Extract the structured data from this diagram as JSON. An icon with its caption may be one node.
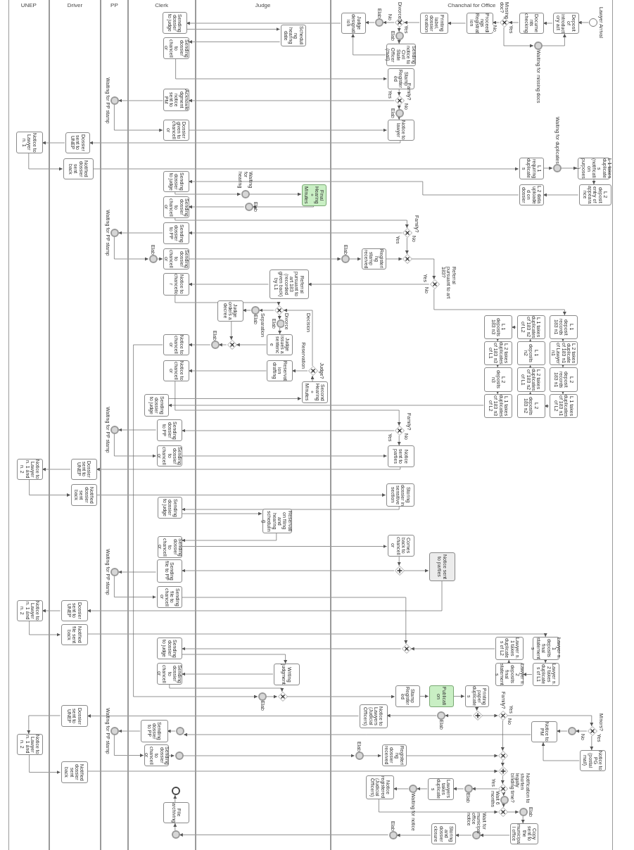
{
  "diagram": {
    "nodes": [
      {
        "text": [
          "UNEP"
        ]
      },
      {
        "text": [
          "Driver"
        ]
      },
      {
        "text": [
          "PP"
        ]
      },
      {
        "text": [
          "Clerk"
        ]
      },
      {
        "text": [
          "Judge"
        ]
      },
      {
        "text": [
          "Chanchal for Office"
        ]
      },
      {
        "text": [
          "Lawyer Arrival"
        ],
        "in": 5
      },
      {
        "text": [
          "Deposit of introductory act"
        ],
        "in": 5
      },
      {
        "text": [
          "Documents checking"
        ],
        "in": 5
      },
      {
        "text": [
          "Missing doc?"
        ],
        "in": 5
      },
      {
        "text": [
          "Waiting for missing docs"
        ],
        "in": 5
      },
      {
        "text": [
          "Proceedings Registration"
        ],
        "in": 5
      },
      {
        "text": [
          "Printing label, dossier creation"
        ],
        "in": 5
      },
      {
        "text": [
          "Divorce?"
        ],
        "in": 5
      },
      {
        "text": [
          "Elab"
        ],
        "in": 5
      },
      {
        "text": [
          "Sending notice to Civil State Officer (mail)"
        ],
        "in": 5
      },
      {
        "text": [
          "Elab"
        ],
        "in": 5
      },
      {
        "text": [
          "Judge designation"
        ],
        "in": 5
      },
      {
        "text": [
          "Sending dossier to judge"
        ],
        "in": 3
      },
      {
        "text": [
          "Scheduling hearing date"
        ],
        "in": 4
      },
      {
        "text": [
          "Sending dossier to chancellor"
        ],
        "in": 3
      },
      {
        "text": [
          "Stamp Registered"
        ],
        "in": 5
      },
      {
        "text": [
          "Family?"
        ],
        "in": 5
      },
      {
        "text": [
          "Elab"
        ],
        "in": 5
      },
      {
        "text": [
          "Acknowledgment notice sent to PM"
        ],
        "in": 3
      },
      {
        "text": [
          "Waiting for PP stamp"
        ],
        "in": 2
      },
      {
        "text": [
          "Dossier given to chancellor"
        ],
        "in": 3
      },
      {
        "text": [
          "Notice to lawyer"
        ],
        "in": 5
      },
      {
        "text": [
          "Dossier sent to UNEP"
        ],
        "in": 1
      },
      {
        "text": [
          "Notice to Lawyer n. 1"
        ],
        "in": 0
      },
      {
        "text": [
          "Notified dossier sent back"
        ],
        "in": 1
      },
      {
        "text": [
          "L 1 requiring duplicates"
        ],
        "in": 5
      },
      {
        "text": [
          "Waiting for duplicates"
        ],
        "in": 5
      },
      {
        "text": [
          "L 1 takes duplicates (notification purposes)"
        ],
        "in": 5
      },
      {
        "text": [
          "L 2 deposit entry of appearance"
        ],
        "in": 5
      },
      {
        "text": [
          "L 2 data uploaded on dossier"
        ],
        "in": 5
      },
      {
        "text": [
          "Sending dossier to judge"
        ],
        "in": 3
      },
      {
        "text": [
          "Waiting for hearing"
        ],
        "in": 4
      },
      {
        "text": [
          "Final Hearing + Minutes"
        ],
        "in": 4
      },
      {
        "text": [
          "Elab"
        ],
        "in": 4
      },
      {
        "text": [
          "Sending dossier to chancellor"
        ],
        "in": 3
      },
      {
        "text": [
          "Family?"
        ],
        "in": 5
      },
      {
        "text": [
          "Sending dossier to PP"
        ],
        "in": 3
      },
      {
        "text": [
          "Waiting for PP stamp"
        ],
        "in": 2
      },
      {
        "text": [
          "Elab"
        ],
        "in": 3
      },
      {
        "text": [
          "Sending dossier to chancellor"
        ],
        "in": 3
      },
      {
        "text": [
          "Elab"
        ],
        "in": 5
      },
      {
        "text": [
          "Registering stamp received"
        ],
        "in": 5
      },
      {
        "text": [],
        "shape": "diamond",
        "in": 5
      },
      {
        "text": [
          "Referral pursuant to art 183?"
        ],
        "in": 5
      },
      {
        "text": [
          "Referral pursuant to art 183 (recorded given back) by L1"
        ],
        "in": 4
      },
      {
        "text": [
          "Notice to chancellor"
        ],
        "in": 3
      },
      {
        "text": [],
        "shape": "diamond",
        "in": 4
      },
      {
        "text": [
          "Elab"
        ],
        "in": 4
      },
      {
        "text": [
          "Judge orders a decree"
        ],
        "in": 4
      },
      {
        "text": [
          "Elab"
        ],
        "in": 4
      },
      {
        "text": [
          "Judge issues a sentence"
        ],
        "in": 4
      },
      {
        "text": [],
        "shape": "diamond",
        "in": 4
      },
      {
        "text": [
          "Elab"
        ],
        "in": 4
      },
      {
        "text": [
          "Notice to chancellor"
        ],
        "in": 3
      },
      {
        "text": [
          "L 1 deposit records 183 n1"
        ],
        "in": 5
      },
      {
        "text": [
          "L 1 takes duplicates of 183 n2 of L2"
        ],
        "in": 5
      },
      {
        "text": [
          "L 1 deposits 183 n3"
        ],
        "in": 5
      },
      {
        "text": [
          "L 2 takes duplicate of 183 n1 of Lawyer n1"
        ],
        "in": 5
      },
      {
        "text": [
          "L 1 deposits n2"
        ],
        "in": 5
      },
      {
        "text": [
          "L 2 takes duplicates of 183 n3 of L1"
        ],
        "in": 5
      },
      {
        "text": [
          "L 2 deposit records 183 n1"
        ],
        "in": 5
      },
      {
        "text": [
          "L 2 takes duplicates of 183 n2 of L1"
        ],
        "in": 5
      },
      {
        "text": [
          "L 2 deposits n3"
        ],
        "in": 5
      },
      {
        "text": [
          "L 1 takes duplicates of 183 n1 of L2"
        ],
        "in": 5
      },
      {
        "text": [
          "L 2 deposits 183 n2"
        ],
        "in": 5
      },
      {
        "text": [
          "L 1 takes duplicates of 183 n3 of L2"
        ],
        "in": 5
      },
      {
        "text": [
          "Reservation drafting"
        ],
        "in": 4
      },
      {
        "text": [
          "Judge?"
        ],
        "in": 4
      },
      {
        "text": [
          "Notice to chancellor"
        ],
        "in": 3
      },
      {
        "text": [
          "Second Hearing + Minutes"
        ],
        "in": 4
      },
      {
        "text": [
          "Sending dossier to judge"
        ],
        "in": 3
      },
      {
        "text": [
          "Sending dossier to PP"
        ],
        "in": 3
      },
      {
        "text": [
          "Waiting for PP stamp"
        ],
        "in": 2
      },
      {
        "text": [
          "Family?"
        ],
        "in": 5
      },
      {
        "text": [
          "Sending dossier to chancellor"
        ],
        "in": 3
      },
      {
        "text": [
          "Notice sent to parties"
        ],
        "in": 5
      },
      {
        "text": [
          "Dossier sent to UNEP"
        ],
        "in": 1
      },
      {
        "text": [
          "Notice to Lawyer n. 1 and n. 2"
        ],
        "in": 0
      },
      {
        "text": [
          "Notified dossier sent back"
        ],
        "in": 1
      },
      {
        "text": [
          "Storing dossier in sensitive section"
        ],
        "in": 5
      },
      {
        "text": [
          "Sending dossier to judge"
        ],
        "in": 3
      },
      {
        "text": [
          "Reservation filing and hearing scheduling"
        ],
        "in": 4
      },
      {
        "text": [
          "Sending dossier to chancellor"
        ],
        "in": 3
      },
      {
        "text": [
          "Comes back to chancellor"
        ],
        "in": 5
      },
      {
        "text": [],
        "shape": "diamond",
        "in": 5
      },
      {
        "text": [
          "Notice sent to parties"
        ],
        "in": 5
      },
      {
        "text": [
          "Sending file to PP"
        ],
        "in": 3
      },
      {
        "text": [
          "Waiting for PP stamp"
        ],
        "in": 2
      },
      {
        "text": [
          "Sending file to chancellor"
        ],
        "in": 3
      },
      {
        "text": [
          "Dossier sent to UNEP"
        ],
        "in": 1
      },
      {
        "text": [
          "Notice to Lawyer n. 1 and n. 2"
        ],
        "in": 0
      },
      {
        "text": [
          "Notified file sent back"
        ],
        "in": 1
      },
      {
        "text": [
          "Lawyer n. 1 deposits final statements"
        ],
        "in": 5
      },
      {
        "text": [
          "Lawyer n. 1 takes duplicates of L2"
        ],
        "in": 5
      },
      {
        "text": [],
        "shape": "diamond",
        "in": 5
      },
      {
        "text": [
          "Sending dossier to judge"
        ],
        "in": 3
      },
      {
        "text": [
          "Lawyer n. 2 takes duplicates of L1"
        ],
        "in": 5
      },
      {
        "text": [
          "Lawyer n. 2 deposits final statements"
        ],
        "in": 5
      },
      {
        "text": [
          "Writing judgment"
        ],
        "in": 4
      },
      {
        "text": [
          "Sending dossier to chancellor"
        ],
        "in": 3
      },
      {
        "text": [],
        "shape": "diamond",
        "in": 4
      },
      {
        "text": [
          "Elab"
        ],
        "in": 4
      },
      {
        "text": [
          "Stamp Registered"
        ],
        "in": 5
      },
      {
        "text": [
          "Publication"
        ],
        "in": 5
      },
      {
        "text": [
          "Printing paper duplicates"
        ],
        "in": 5
      },
      {
        "text": [],
        "shape": "diamond",
        "in": 5
      },
      {
        "text": [
          "Family?"
        ],
        "in": 5
      },
      {
        "text": [
          "Elab"
        ],
        "in": 5
      },
      {
        "text": [
          "Notice to Lawyers (Judicial Officers)"
        ],
        "in": 5
      },
      {
        "text": [
          "Minors?"
        ],
        "in": 5
      },
      {
        "text": [],
        "shape": "circle",
        "in": 5
      },
      {
        "text": [
          "Notice to PM"
        ],
        "in": 5
      },
      {
        "text": [
          "Notice to PG (postal mail)"
        ],
        "in": 5
      },
      {
        "text": [
          "Dossier sent to UNEP"
        ],
        "in": 1
      },
      {
        "text": [],
        "shape": "circle",
        "in": 3
      },
      {
        "text": [
          "Sending dossier to PP"
        ],
        "in": 3
      },
      {
        "text": [
          "Waiting for PP stamp"
        ],
        "in": 2
      },
      {
        "text": [
          "Notice to Lawyer n. 1 and n. 2"
        ],
        "in": 0
      },
      {
        "text": [],
        "shape": "circle",
        "in": 3
      },
      {
        "text": [
          "Sending dossier to chancellor"
        ],
        "in": 3
      },
      {
        "text": [
          "Notified dossier sent back"
        ],
        "in": 1
      },
      {
        "text": [
          "Elab"
        ],
        "in": 5
      },
      {
        "text": [
          "Registering dossier received"
        ],
        "in": 5
      },
      {
        "text": [],
        "shape": "diamond",
        "in": 5
      },
      {
        "text": [],
        "shape": "diamond",
        "in": 5
      },
      {
        "text": [
          "Notification to shorten legally binding time?"
        ],
        "in": 5
      },
      {
        "text": [
          "Elab"
        ],
        "in": 5
      },
      {
        "text": [
          "Lawyers takes duplicates"
        ],
        "in": 5
      },
      {
        "text": [
          "Waiting for notice"
        ],
        "in": 5
      },
      {
        "text": [
          "Notice registered (Judicial Officers)"
        ],
        "in": 5
      },
      {
        "text": [
          "Wait 6 months"
        ],
        "in": 5
      },
      {
        "text": [],
        "shape": "diamond",
        "in": 5
      },
      {
        "text": [
          "Elab"
        ],
        "in": 5
      },
      {
        "text": [
          "Copy sent to the municipal office"
        ],
        "in": 5
      },
      {
        "text": [
          "Wait for municipal office notice"
        ],
        "in": 5
      },
      {
        "text": [
          "Storing and dossier closure"
        ],
        "in": 5
      },
      {
        "text": [
          "Elab"
        ],
        "in": 5
      },
      {
        "text": [],
        "shape": "circle",
        "in": 3
      },
      {
        "text": [
          "File archiving"
        ],
        "in": 3
      },
      {
        "text": [],
        "shape": "circle",
        "in": 3
      }
    ],
    "edges": [
      {
        "from": 6,
        "to": 7,
        "arrow": "to"
      },
      {
        "from": 7,
        "to": 8,
        "arrow": "to"
      },
      {
        "from": 8,
        "to": 9,
        "arrow": "to"
      },
      {
        "from": 9,
        "to": 11,
        "arrow": "to",
        "label": "No"
      },
      {
        "from": 9,
        "to": 10,
        "arrow": "to",
        "label": "Yes"
      },
      {
        "from": 10,
        "to": 7,
        "arrow": "to"
      },
      {
        "from": 11,
        "to": 12,
        "arrow": "to"
      },
      {
        "from": 12,
        "to": 13,
        "arrow": "to"
      },
      {
        "from": 13,
        "to": 14,
        "arrow": "to",
        "label": "Yes"
      },
      {
        "from": 14,
        "to": 15,
        "arrow": "to"
      },
      {
        "from": 13,
        "to": 16,
        "arrow": "to",
        "label": "No"
      },
      {
        "from": 16,
        "to": 17,
        "arrow": "to"
      },
      {
        "from": 15,
        "to": 17,
        "arrow": "to"
      },
      {
        "from": 17,
        "to": 18,
        "arrow": "to"
      },
      {
        "from": 18,
        "to": 19,
        "arrow": "to"
      },
      {
        "from": 19,
        "to": 20,
        "arrow": "to"
      },
      {
        "from": 20,
        "to": 21,
        "arrow": "to"
      },
      {
        "from": 21,
        "to": 22,
        "arrow": "to"
      },
      {
        "from": 22,
        "to": 23,
        "arrow": "to",
        "label": "No"
      },
      {
        "from": 23,
        "to": 27,
        "arrow": "to"
      },
      {
        "from": 22,
        "to": 24,
        "arrow": "to",
        "label": "Yes"
      },
      {
        "from": 24,
        "to": 25,
        "arrow": "to"
      },
      {
        "from": 25,
        "to": 26,
        "arrow": "to"
      },
      {
        "from": 26,
        "to": 27,
        "arrow": "to"
      },
      {
        "from": 27,
        "to": 28,
        "arrow": "to"
      },
      {
        "from": 28,
        "to": 29,
        "arrow": "to"
      },
      {
        "from": 29,
        "to": 30,
        "arrow": "to"
      },
      {
        "from": 30,
        "to": 31,
        "arrow": "to"
      },
      {
        "from": 31,
        "to": 32,
        "arrow": "to"
      },
      {
        "from": 32,
        "to": 33,
        "arrow": "to"
      },
      {
        "from": 33,
        "to": 34,
        "arrow": "to"
      },
      {
        "from": 34,
        "to": 35,
        "arrow": "to"
      },
      {
        "from": 35,
        "to": 36,
        "arrow": "to"
      },
      {
        "from": 36,
        "to": 37,
        "arrow": "to"
      },
      {
        "from": 37,
        "to": 38,
        "arrow": "to"
      },
      {
        "from": 38,
        "to": 39,
        "arrow": "to"
      },
      {
        "from": 39,
        "to": 40,
        "arrow": "to"
      },
      {
        "from": 40,
        "to": 41,
        "arrow": "to"
      },
      {
        "from": 41,
        "to": 42,
        "arrow": "to",
        "label": "Yes"
      },
      {
        "from": 42,
        "to": 43,
        "arrow": "to"
      },
      {
        "from": 43,
        "to": 44,
        "arrow": "to"
      },
      {
        "from": 44,
        "to": 45,
        "arrow": "to"
      },
      {
        "from": 45,
        "to": 46,
        "arrow": "to"
      },
      {
        "from": 46,
        "to": 47,
        "arrow": "to"
      },
      {
        "from": 47,
        "to": 48,
        "arrow": "to"
      },
      {
        "from": 41,
        "to": 48,
        "arrow": "to",
        "label": "No"
      },
      {
        "from": 48,
        "to": 49,
        "arrow": "to"
      },
      {
        "from": 49,
        "to": 50,
        "arrow": "to",
        "label": "Yes"
      },
      {
        "from": 49,
        "to": 60,
        "arrow": "to",
        "label": "No"
      },
      {
        "from": 50,
        "to": 51,
        "arrow": "to"
      },
      {
        "from": 51,
        "to": 52,
        "arrow": "to"
      },
      {
        "from": 52,
        "to": 53,
        "arrow": "to",
        "label": "Separation"
      },
      {
        "from": 53,
        "to": 54,
        "arrow": "to"
      },
      {
        "from": 52,
        "to": 55,
        "arrow": "to",
        "label": "Divorce"
      },
      {
        "from": 55,
        "to": 56,
        "arrow": "to"
      },
      {
        "from": 56,
        "to": 57,
        "arrow": "to"
      },
      {
        "from": 54,
        "to": 57,
        "arrow": "to"
      },
      {
        "from": 57,
        "to": 58,
        "arrow": "to"
      },
      {
        "from": 58,
        "to": 59,
        "arrow": "to"
      },
      {
        "from": 59,
        "to": 107,
        "arrow": "to"
      },
      {
        "from": 60,
        "to": 63,
        "arrow": "to"
      },
      {
        "from": 63,
        "to": 66,
        "arrow": "to"
      },
      {
        "from": 66,
        "to": 69,
        "arrow": "to"
      },
      {
        "from": 69,
        "to": 70,
        "arrow": "to"
      },
      {
        "from": 70,
        "to": 67,
        "arrow": "to"
      },
      {
        "from": 67,
        "to": 64,
        "arrow": "to"
      },
      {
        "from": 64,
        "to": 61,
        "arrow": "to"
      },
      {
        "from": 61,
        "to": 62,
        "arrow": "to"
      },
      {
        "from": 62,
        "to": 65,
        "arrow": "to"
      },
      {
        "from": 65,
        "to": 68,
        "arrow": "to"
      },
      {
        "from": 68,
        "to": 71,
        "arrow": "to"
      },
      {
        "from": 71,
        "to": 76,
        "arrow": "to"
      },
      {
        "from": 76,
        "to": 75,
        "arrow": "to"
      },
      {
        "from": 75,
        "to": 73,
        "arrow": "to"
      },
      {
        "from": 73,
        "to": 52,
        "arrow": "to",
        "label": "Decision"
      },
      {
        "from": 73,
        "to": 72,
        "arrow": "to",
        "label": "Reservation"
      },
      {
        "from": 72,
        "to": 74,
        "arrow": "to"
      },
      {
        "from": 74,
        "to": 79,
        "arrow": "to"
      },
      {
        "from": 79,
        "to": 77,
        "arrow": "to",
        "label": "Yes"
      },
      {
        "from": 77,
        "to": 78,
        "arrow": "to"
      },
      {
        "from": 78,
        "to": 80,
        "arrow": "to"
      },
      {
        "from": 80,
        "to": 81,
        "arrow": "to"
      },
      {
        "from": 79,
        "to": 81,
        "arrow": "to",
        "label": "No"
      },
      {
        "from": 81,
        "to": 82,
        "arrow": "to"
      },
      {
        "from": 82,
        "to": 83,
        "arrow": "to"
      },
      {
        "from": 83,
        "to": 84,
        "arrow": "to"
      },
      {
        "from": 84,
        "to": 85,
        "arrow": "to"
      },
      {
        "from": 85,
        "to": 86,
        "arrow": "to"
      },
      {
        "from": 86,
        "to": 87,
        "arrow": "to"
      },
      {
        "from": 87,
        "to": 88,
        "arrow": "to"
      },
      {
        "from": 88,
        "to": 89,
        "arrow": "to"
      },
      {
        "from": 89,
        "to": 90,
        "arrow": "to"
      },
      {
        "from": 90,
        "to": 91,
        "arrow": "to"
      },
      {
        "from": 90,
        "to": 92,
        "arrow": "to"
      },
      {
        "from": 92,
        "to": 93,
        "arrow": "to"
      },
      {
        "from": 93,
        "to": 94,
        "arrow": "to"
      },
      {
        "from": 91,
        "to": 95,
        "arrow": "to"
      },
      {
        "from": 94,
        "to": 100,
        "arrow": "to"
      },
      {
        "from": 95,
        "to": 96,
        "arrow": "to"
      },
      {
        "from": 96,
        "to": 97,
        "arrow": "to"
      },
      {
        "from": 97,
        "to": 98,
        "arrow": "to"
      },
      {
        "from": 98,
        "to": 102,
        "arrow": "to"
      },
      {
        "from": 102,
        "to": 103,
        "arrow": "to"
      },
      {
        "from": 103,
        "to": 99,
        "arrow": "to"
      },
      {
        "from": 99,
        "to": 100,
        "arrow": "to"
      },
      {
        "from": 100,
        "to": 101,
        "arrow": "to"
      },
      {
        "from": 101,
        "to": 104,
        "arrow": "to"
      },
      {
        "from": 104,
        "to": 105,
        "arrow": "to"
      },
      {
        "from": 105,
        "to": 106,
        "arrow": "to"
      },
      {
        "from": 107,
        "to": 106,
        "arrow": "to"
      },
      {
        "from": 106,
        "to": 108,
        "arrow": "to"
      },
      {
        "from": 108,
        "to": 109,
        "arrow": "to"
      },
      {
        "from": 109,
        "to": 110,
        "arrow": "to"
      },
      {
        "from": 110,
        "to": 111,
        "arrow": "to"
      },
      {
        "from": 111,
        "to": 112,
        "arrow": "to"
      },
      {
        "from": 111,
        "to": 113,
        "arrow": "to"
      },
      {
        "from": 113,
        "to": 114,
        "arrow": "to"
      },
      {
        "from": 114,
        "to": 119,
        "arrow": "to"
      },
      {
        "from": 112,
        "to": 115,
        "arrow": "to",
        "label": "Yes"
      },
      {
        "from": 112,
        "to": 129,
        "arrow": "to",
        "label": "No"
      },
      {
        "from": 115,
        "to": 116,
        "arrow": "to",
        "label": "No"
      },
      {
        "from": 116,
        "to": 117,
        "arrow": "to"
      },
      {
        "from": 115,
        "to": 118,
        "arrow": "to",
        "label": "Yes"
      },
      {
        "from": 118,
        "to": 117,
        "arrow": "to"
      },
      {
        "from": 117,
        "to": 120,
        "arrow": "to"
      },
      {
        "from": 120,
        "to": 121,
        "arrow": "to"
      },
      {
        "from": 121,
        "to": 122,
        "arrow": "to"
      },
      {
        "from": 122,
        "to": 125,
        "arrow": "to"
      },
      {
        "from": 125,
        "to": 124,
        "arrow": "to"
      },
      {
        "from": 124,
        "to": 127,
        "arrow": "to"
      },
      {
        "from": 127,
        "to": 128,
        "arrow": "to"
      },
      {
        "from": 128,
        "to": 129,
        "arrow": "to"
      },
      {
        "from": 119,
        "to": 123,
        "arrow": "to"
      },
      {
        "from": 123,
        "to": 126,
        "arrow": "to"
      },
      {
        "from": 126,
        "to": 130,
        "arrow": "to"
      },
      {
        "from": 129,
        "to": 130,
        "arrow": "to"
      },
      {
        "from": 130,
        "to": 131,
        "arrow": "to"
      },
      {
        "from": 131,
        "to": 132,
        "arrow": "to",
        "label": "Yes"
      },
      {
        "from": 132,
        "to": 133,
        "arrow": "to"
      },
      {
        "from": 133,
        "to": 134,
        "arrow": "to"
      },
      {
        "from": 134,
        "to": 135,
        "arrow": "to"
      },
      {
        "from": 131,
        "to": 136,
        "arrow": "to"
      },
      {
        "from": 136,
        "to": 137,
        "arrow": "to"
      },
      {
        "from": 135,
        "to": 137,
        "arrow": "to"
      },
      {
        "from": 137,
        "to": 138,
        "arrow": "to"
      },
      {
        "from": 138,
        "to": 139,
        "arrow": "to"
      },
      {
        "from": 139,
        "to": 140,
        "arrow": "to"
      },
      {
        "from": 140,
        "to": 141,
        "arrow": "to"
      },
      {
        "from": 141,
        "to": 142,
        "arrow": "to"
      },
      {
        "from": 142,
        "to": 145,
        "arrow": "to"
      },
      {
        "from": 145,
        "to": 144,
        "arrow": "to"
      },
      {
        "from": 144,
        "to": 143,
        "arrow": "to"
      }
    ]
  }
}
